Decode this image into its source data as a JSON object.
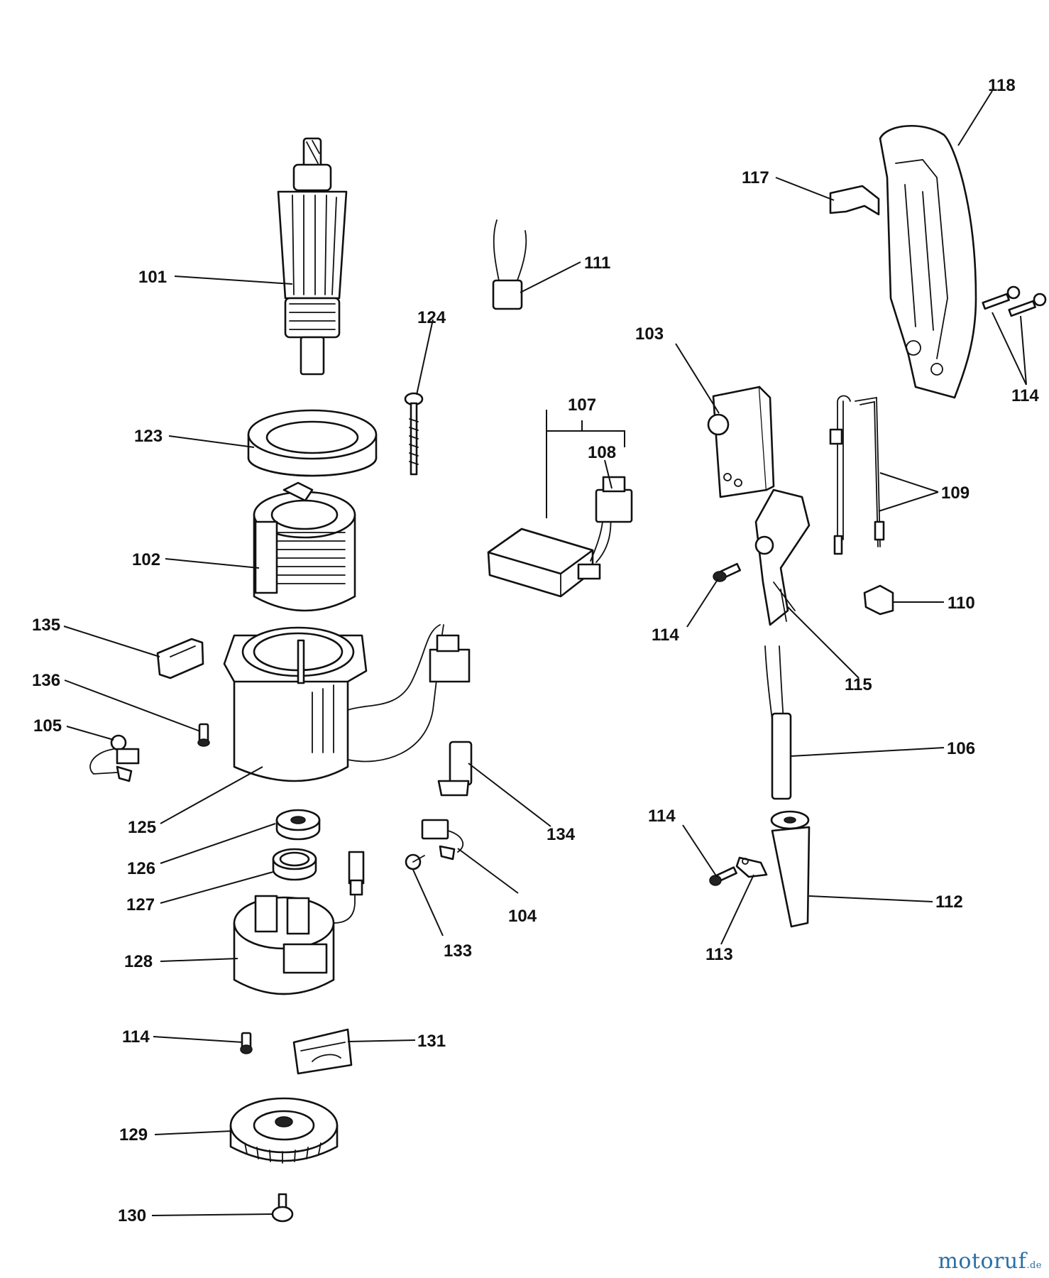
{
  "diagram": {
    "labels": {
      "p101": "101",
      "p102": "102",
      "p103": "103",
      "p104": "104",
      "p105": "105",
      "p106": "106",
      "p107": "107",
      "p108": "108",
      "p109": "109",
      "p110": "110",
      "p111": "111",
      "p112": "112",
      "p113": "113",
      "p114a": "114",
      "p114b": "114",
      "p114c": "114",
      "p114d": "114",
      "p115": "115",
      "p117": "117",
      "p118": "118",
      "p123": "123",
      "p124": "124",
      "p125": "125",
      "p126": "126",
      "p127": "127",
      "p128": "128",
      "p129": "129",
      "p130": "130",
      "p131": "131",
      "p133": "133",
      "p134": "134",
      "p135": "135",
      "p136": "136"
    }
  },
  "watermark": {
    "text": "motoruf",
    "domain": ".de"
  }
}
